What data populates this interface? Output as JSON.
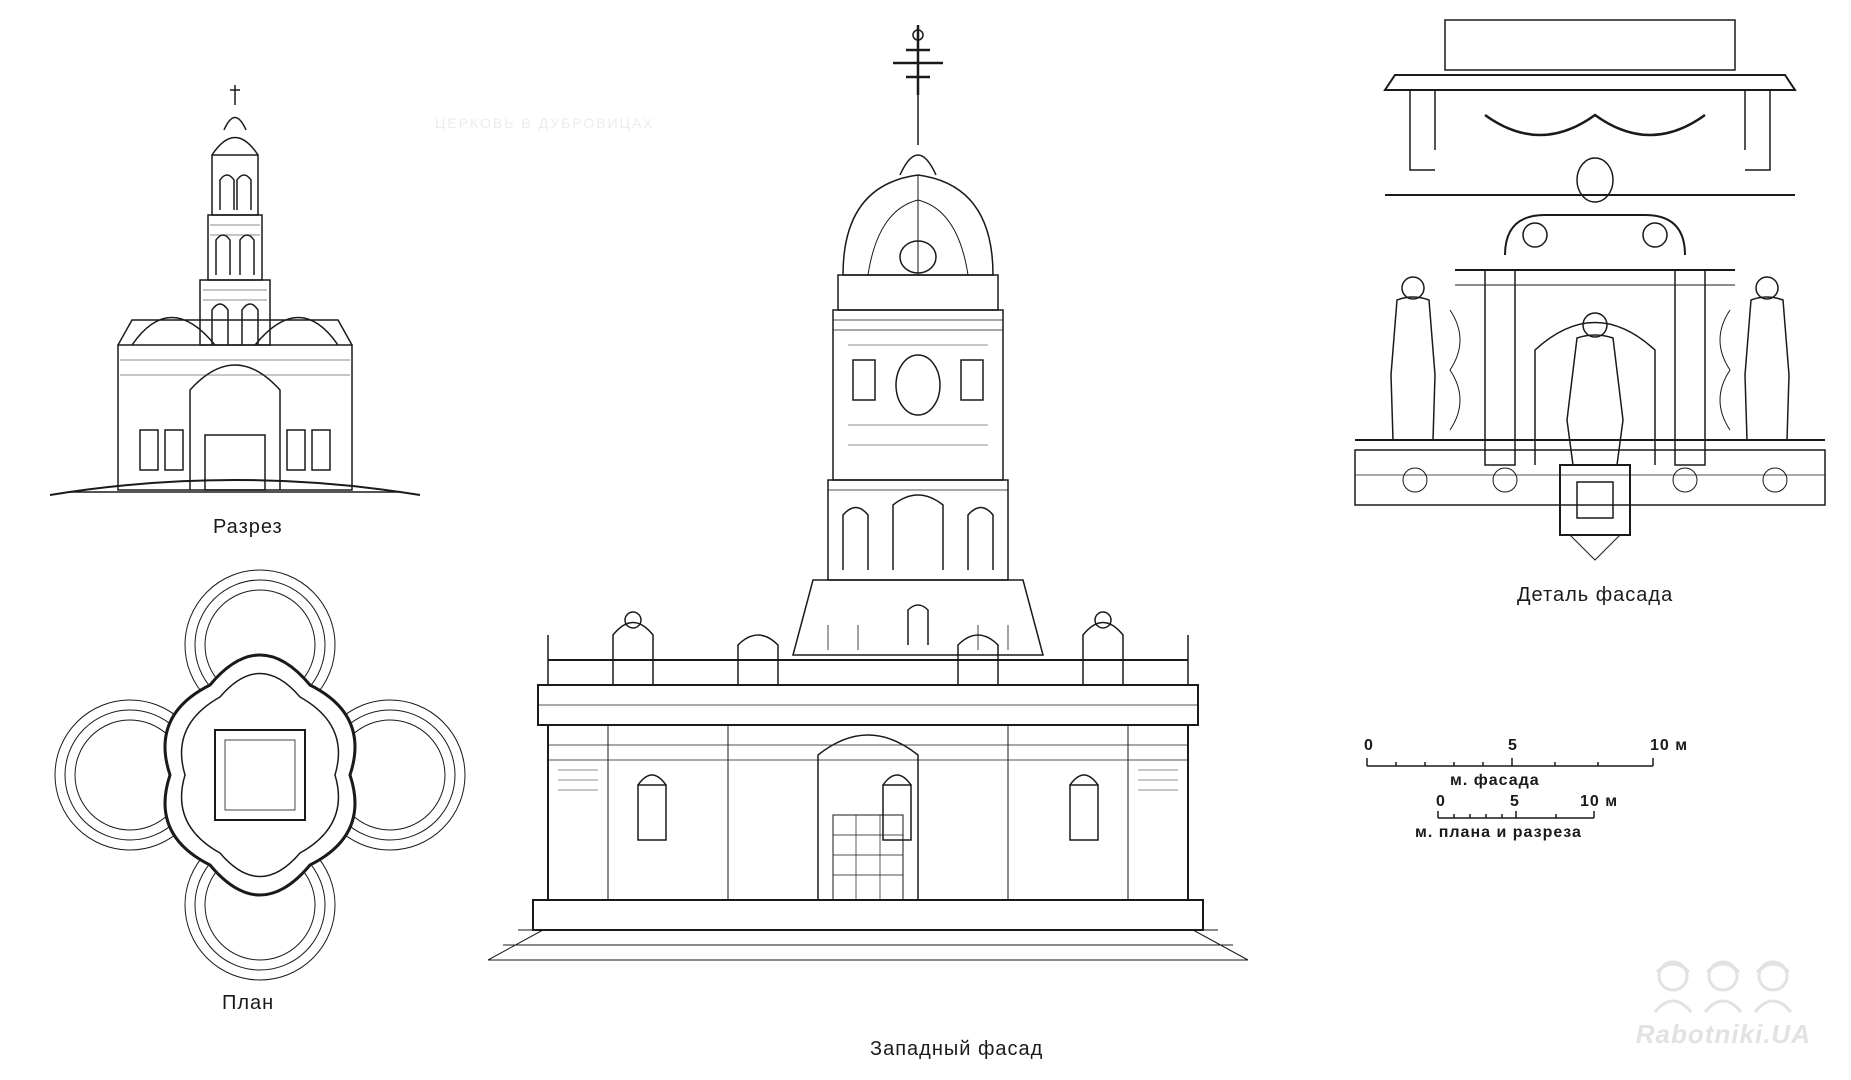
{
  "drawings": {
    "section": {
      "label": "Разрез"
    },
    "plan": {
      "label": "План"
    },
    "facade": {
      "label": "Западный фасад"
    },
    "detail": {
      "label": "Деталь фасада"
    }
  },
  "faint_heading": "ЦЕРКОВЬ В ДУБРОВИЦАХ",
  "scale_bars": [
    {
      "ticks": [
        "0",
        "5",
        "10 м"
      ],
      "label": "м. фасада"
    },
    {
      "ticks": [
        "0",
        "5",
        "10 м"
      ],
      "label": "м. плана и разреза"
    }
  ],
  "watermark": {
    "text": "Rabotniki.UA"
  },
  "colors": {
    "ink": "#1a1a1a",
    "paper": "#ffffff",
    "watermark": "#e2e2e2"
  }
}
